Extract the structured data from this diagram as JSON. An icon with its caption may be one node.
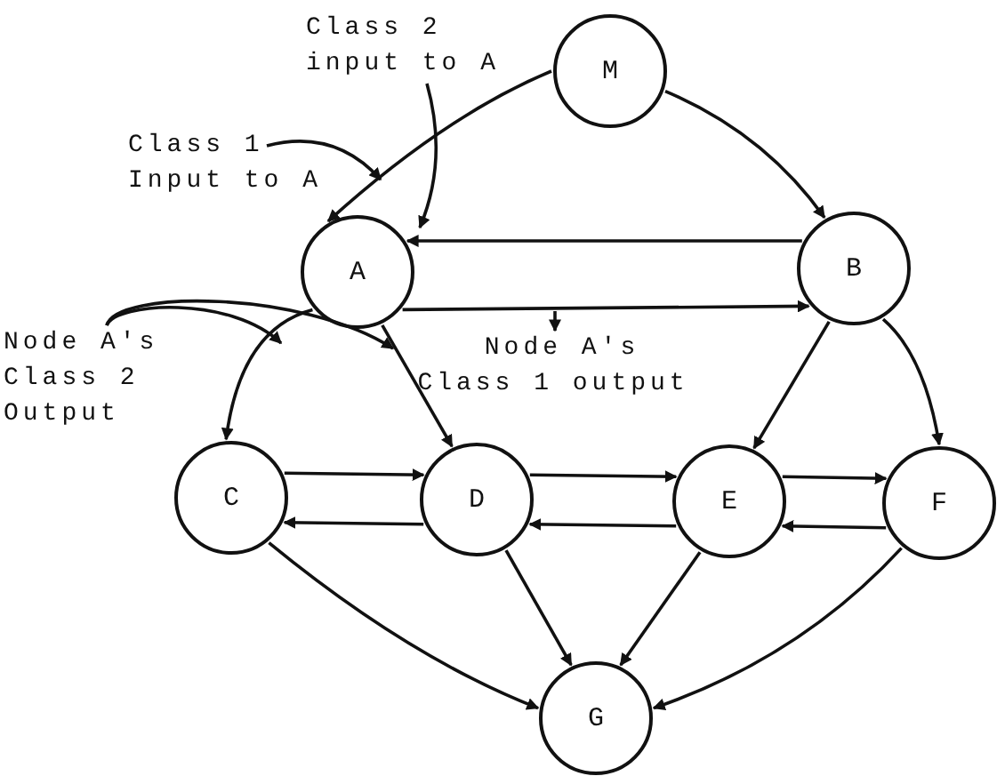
{
  "diagram": {
    "nodes": [
      {
        "text": [
          "M"
        ]
      },
      {
        "text": [
          "A"
        ]
      },
      {
        "text": [
          "B"
        ]
      },
      {
        "text": [
          "C"
        ]
      },
      {
        "text": [
          "D"
        ]
      },
      {
        "text": [
          "E"
        ]
      },
      {
        "text": [
          "F"
        ]
      },
      {
        "text": [
          "G"
        ]
      },
      {
        "text": [
          "Class 2 input to A"
        ]
      },
      {
        "text": [
          "Class 1 Input to A"
        ]
      },
      {
        "text": [
          "Node A's Class 2 Output"
        ]
      },
      {
        "text": [
          "Node A's Class 1 output"
        ]
      }
    ],
    "edges": [
      {
        "from": 0,
        "to": 1,
        "arrow": "to"
      },
      {
        "from": 0,
        "to": 2,
        "arrow": "to"
      },
      {
        "from": 2,
        "to": 1,
        "arrow": "to"
      },
      {
        "from": 1,
        "to": 2,
        "arrow": "to"
      },
      {
        "from": 1,
        "to": 3,
        "arrow": "to"
      },
      {
        "from": 1,
        "to": 4,
        "arrow": "to"
      },
      {
        "from": 2,
        "to": 5,
        "arrow": "to"
      },
      {
        "from": 2,
        "to": 6,
        "arrow": "to"
      },
      {
        "from": 3,
        "to": 4,
        "arrow": "to"
      },
      {
        "from": 4,
        "to": 3,
        "arrow": "to"
      },
      {
        "from": 4,
        "to": 5,
        "arrow": "to"
      },
      {
        "from": 5,
        "to": 4,
        "arrow": "to"
      },
      {
        "from": 5,
        "to": 6,
        "arrow": "to"
      },
      {
        "from": 6,
        "to": 5,
        "arrow": "to"
      },
      {
        "from": 3,
        "to": 7,
        "arrow": "to"
      },
      {
        "from": 4,
        "to": 7,
        "arrow": "to"
      },
      {
        "from": 5,
        "to": 7,
        "arrow": "to"
      },
      {
        "from": 6,
        "to": 7,
        "arrow": "to"
      },
      {
        "from": 8,
        "to": 1,
        "arrow": "to"
      },
      {
        "from": 9,
        "to": 1,
        "arrow": "to"
      },
      {
        "from": 10,
        "to": 1,
        "arrow": "to"
      },
      {
        "from": 10,
        "to": 1,
        "arrow": "to"
      },
      {
        "from": null,
        "to": 11,
        "arrow": "to"
      }
    ]
  }
}
